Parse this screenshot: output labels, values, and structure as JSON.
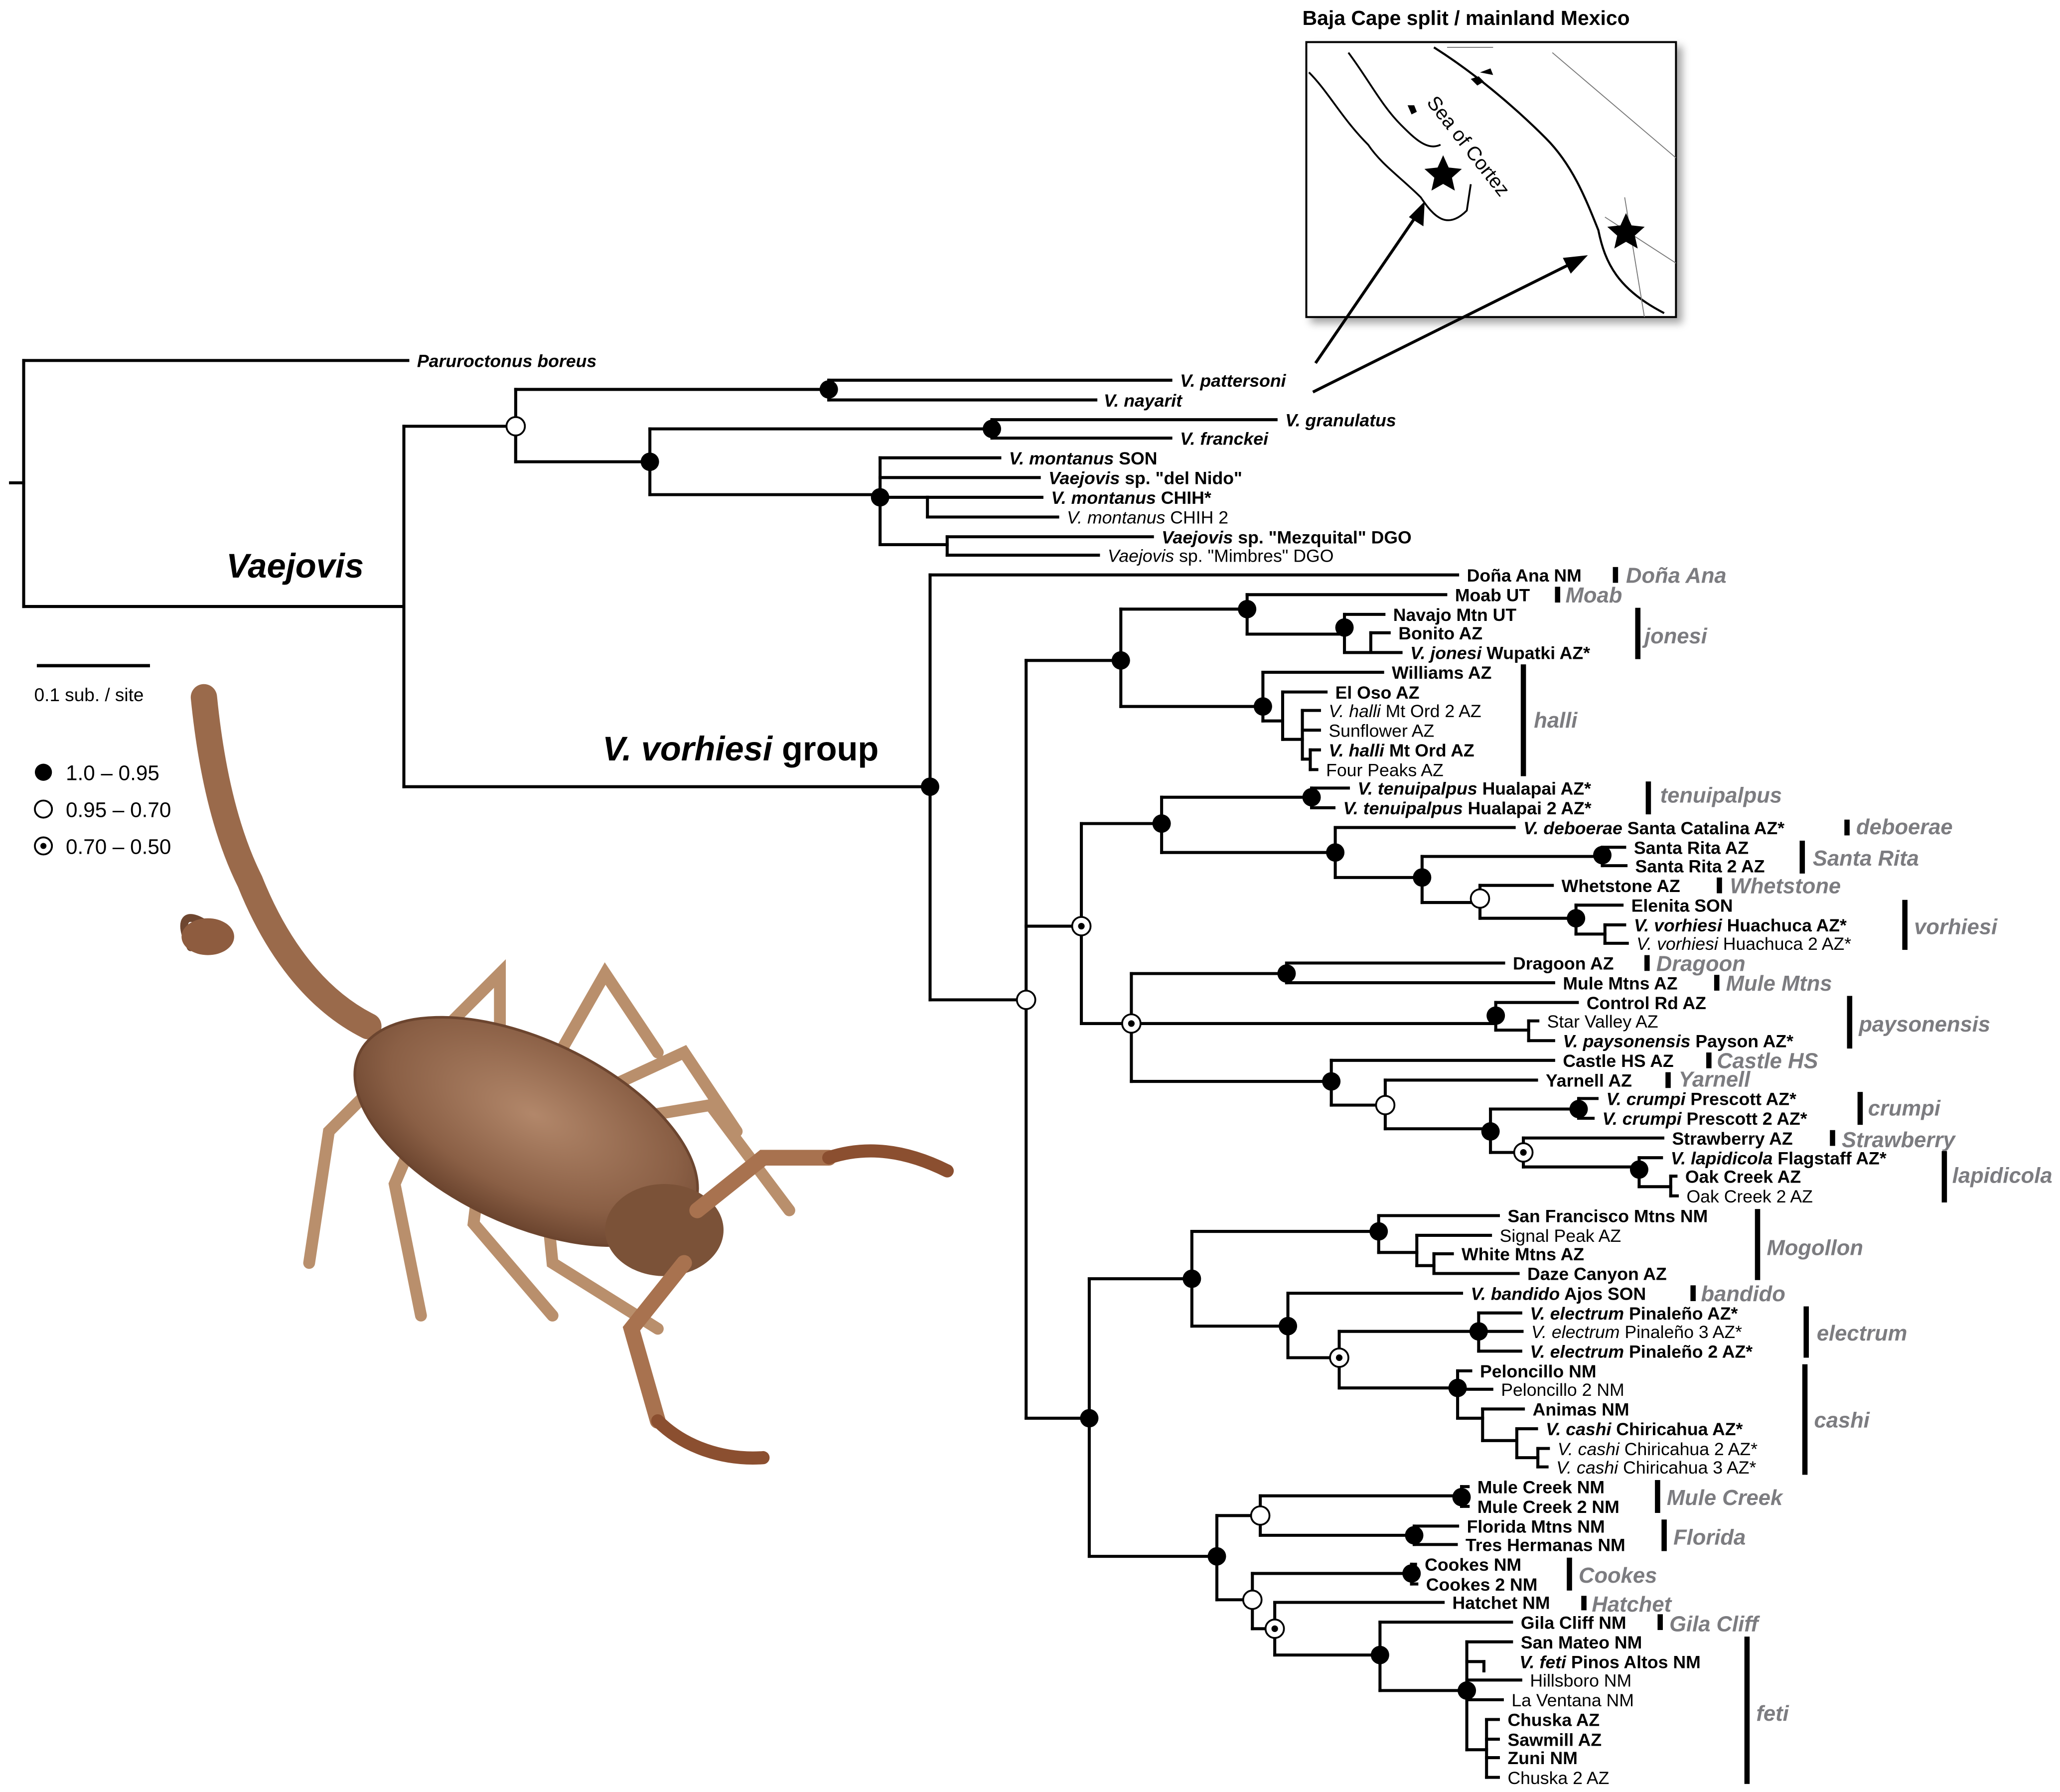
{
  "figure": {
    "genus_label": "Vaejovis",
    "group_label_italic": "V. vorhiesi",
    "group_label_rest": " group",
    "scale_label": "0.1 sub. / site",
    "legend": [
      {
        "kind": "filled",
        "label": "1.0 – 0.95"
      },
      {
        "kind": "open",
        "label": "0.95 – 0.70"
      },
      {
        "kind": "dotted",
        "label": "0.70 – 0.50"
      }
    ],
    "map": {
      "title": "Baja Cape split / mainland Mexico",
      "sea_label": "Sea of Cortez"
    },
    "photo_description": "scorpion-photo"
  },
  "tips": [
    {
      "segs": [
        [
          "Paruroctonus boreus",
          "bi"
        ]
      ]
    },
    {
      "segs": [
        [
          "V. pattersoni",
          "bi"
        ]
      ]
    },
    {
      "segs": [
        [
          "V. nayarit",
          "bi"
        ]
      ]
    },
    {
      "segs": [
        [
          "V. granulatus",
          "bi"
        ]
      ]
    },
    {
      "segs": [
        [
          "V. franckei",
          "bi"
        ]
      ]
    },
    {
      "segs": [
        [
          "V. montanus",
          "bi"
        ],
        [
          " SON",
          "b"
        ]
      ]
    },
    {
      "segs": [
        [
          "Vaejovis",
          "bi"
        ],
        [
          " sp. \"del Nido\"",
          "b"
        ]
      ]
    },
    {
      "segs": [
        [
          "V. montanus",
          "bi"
        ],
        [
          " CHIH*",
          "b"
        ]
      ]
    },
    {
      "segs": [
        [
          "V. montanus",
          "i"
        ],
        [
          " CHIH 2",
          "n"
        ]
      ]
    },
    {
      "segs": [
        [
          "Vaejovis",
          "bi"
        ],
        [
          " sp. \"Mezquital\" DGO",
          "b"
        ]
      ]
    },
    {
      "segs": [
        [
          "Vaejovis",
          "i"
        ],
        [
          " sp. \"Mimbres\" DGO",
          "n"
        ]
      ]
    },
    {
      "segs": [
        [
          "Doña Ana NM",
          "b"
        ]
      ]
    },
    {
      "segs": [
        [
          "Moab UT",
          "b"
        ]
      ]
    },
    {
      "segs": [
        [
          "Navajo Mtn UT",
          "b"
        ]
      ]
    },
    {
      "segs": [
        [
          "Bonito AZ",
          "b"
        ]
      ]
    },
    {
      "segs": [
        [
          "V. jonesi",
          "bi"
        ],
        [
          " Wupatki AZ*",
          "b"
        ]
      ]
    },
    {
      "segs": [
        [
          "Williams AZ",
          "b"
        ]
      ]
    },
    {
      "segs": [
        [
          "El Oso AZ",
          "b"
        ]
      ]
    },
    {
      "segs": [
        [
          "V. halli",
          "i"
        ],
        [
          " Mt Ord 2 AZ",
          "n"
        ]
      ]
    },
    {
      "segs": [
        [
          "Sunflower AZ",
          "n"
        ]
      ]
    },
    {
      "segs": [
        [
          "V. halli",
          "bi"
        ],
        [
          " Mt Ord AZ",
          "b"
        ]
      ]
    },
    {
      "segs": [
        [
          "Four Peaks AZ",
          "n"
        ]
      ]
    },
    {
      "segs": [
        [
          "V. tenuipalpus",
          "bi"
        ],
        [
          " Hualapai AZ*",
          "b"
        ]
      ]
    },
    {
      "segs": [
        [
          "V. tenuipalpus",
          "bi"
        ],
        [
          " Hualapai 2 AZ*",
          "b"
        ]
      ]
    },
    {
      "segs": [
        [
          "V. deboerae",
          "bi"
        ],
        [
          " Santa Catalina AZ*",
          "b"
        ]
      ]
    },
    {
      "segs": [
        [
          "Santa Rita AZ",
          "b"
        ]
      ]
    },
    {
      "segs": [
        [
          "Santa Rita 2 AZ",
          "b"
        ]
      ]
    },
    {
      "segs": [
        [
          "Whetstone AZ",
          "b"
        ]
      ]
    },
    {
      "segs": [
        [
          "Elenita SON",
          "b"
        ]
      ]
    },
    {
      "segs": [
        [
          "V. vorhiesi",
          "bi"
        ],
        [
          " Huachuca AZ*",
          "b"
        ]
      ]
    },
    {
      "segs": [
        [
          "V. vorhiesi",
          "i"
        ],
        [
          " Huachuca 2 AZ*",
          "n"
        ]
      ]
    },
    {
      "segs": [
        [
          "Dragoon AZ",
          "b"
        ]
      ]
    },
    {
      "segs": [
        [
          "Mule Mtns AZ",
          "b"
        ]
      ]
    },
    {
      "segs": [
        [
          "Control Rd AZ",
          "b"
        ]
      ]
    },
    {
      "segs": [
        [
          "Star Valley AZ",
          "n"
        ]
      ]
    },
    {
      "segs": [
        [
          "V. paysonensis",
          "bi"
        ],
        [
          " Payson AZ*",
          "b"
        ]
      ]
    },
    {
      "segs": [
        [
          "Castle HS AZ",
          "b"
        ]
      ]
    },
    {
      "segs": [
        [
          "Yarnell AZ",
          "b"
        ]
      ]
    },
    {
      "segs": [
        [
          "V. crumpi",
          "bi"
        ],
        [
          " Prescott AZ*",
          "b"
        ]
      ]
    },
    {
      "segs": [
        [
          "V. crumpi",
          "bi"
        ],
        [
          " Prescott 2 AZ*",
          "b"
        ]
      ]
    },
    {
      "segs": [
        [
          "Strawberry AZ",
          "b"
        ]
      ]
    },
    {
      "segs": [
        [
          "V. lapidicola",
          "bi"
        ],
        [
          " Flagstaff AZ*",
          "b"
        ]
      ]
    },
    {
      "segs": [
        [
          "Oak Creek AZ",
          "b"
        ]
      ]
    },
    {
      "segs": [
        [
          "Oak Creek 2 AZ",
          "n"
        ]
      ]
    },
    {
      "segs": [
        [
          "San Francisco Mtns NM",
          "b"
        ]
      ]
    },
    {
      "segs": [
        [
          "Signal Peak AZ",
          "n"
        ]
      ]
    },
    {
      "segs": [
        [
          "White Mtns AZ",
          "b"
        ]
      ]
    },
    {
      "segs": [
        [
          "Daze Canyon AZ",
          "b"
        ]
      ]
    },
    {
      "segs": [
        [
          "V. bandido",
          "bi"
        ],
        [
          " Ajos SON",
          "b"
        ]
      ]
    },
    {
      "segs": [
        [
          "V. electrum",
          "bi"
        ],
        [
          " Pinaleño AZ*",
          "b"
        ]
      ]
    },
    {
      "segs": [
        [
          "V. electrum",
          "i"
        ],
        [
          " Pinaleño 3 AZ*",
          "n"
        ]
      ]
    },
    {
      "segs": [
        [
          "V. electrum",
          "bi"
        ],
        [
          " Pinaleño 2 AZ*",
          "b"
        ]
      ]
    },
    {
      "segs": [
        [
          "Peloncillo NM",
          "b"
        ]
      ]
    },
    {
      "segs": [
        [
          "Peloncillo 2 NM",
          "n"
        ]
      ]
    },
    {
      "segs": [
        [
          "Animas NM",
          "b"
        ]
      ]
    },
    {
      "segs": [
        [
          "V. cashi",
          "bi"
        ],
        [
          " Chiricahua AZ*",
          "b"
        ]
      ]
    },
    {
      "segs": [
        [
          "V. cashi",
          "i"
        ],
        [
          " Chiricahua 2 AZ*",
          "n"
        ]
      ]
    },
    {
      "segs": [
        [
          "V. cashi",
          "i"
        ],
        [
          " Chiricahua 3 AZ*",
          "n"
        ]
      ]
    },
    {
      "segs": [
        [
          "Mule Creek NM",
          "b"
        ]
      ]
    },
    {
      "segs": [
        [
          "Mule Creek 2 NM",
          "b"
        ]
      ]
    },
    {
      "segs": [
        [
          "Florida Mtns NM",
          "b"
        ]
      ]
    },
    {
      "segs": [
        [
          "Tres Hermanas NM",
          "b"
        ]
      ]
    },
    {
      "segs": [
        [
          "Cookes NM",
          "b"
        ]
      ]
    },
    {
      "segs": [
        [
          "Cookes 2 NM",
          "b"
        ]
      ]
    },
    {
      "segs": [
        [
          "Hatchet NM",
          "b"
        ]
      ]
    },
    {
      "segs": [
        [
          "Gila Cliff NM",
          "b"
        ]
      ]
    },
    {
      "segs": [
        [
          "San Mateo NM",
          "b"
        ]
      ]
    },
    {
      "segs": [
        [
          "V. feti",
          "bi"
        ],
        [
          " Pinos Altos NM",
          "b"
        ]
      ]
    },
    {
      "segs": [
        [
          "Hillsboro NM",
          "n"
        ]
      ]
    },
    {
      "segs": [
        [
          "La Ventana NM",
          "n"
        ]
      ]
    },
    {
      "segs": [
        [
          "Chuska AZ",
          "b"
        ]
      ]
    },
    {
      "segs": [
        [
          "Sawmill AZ",
          "b"
        ]
      ]
    },
    {
      "segs": [
        [
          "Zuni NM",
          "b"
        ]
      ]
    },
    {
      "segs": [
        [
          "Chuska 2 AZ",
          "n"
        ]
      ]
    }
  ],
  "clades": [
    {
      "label": "Doña Ana"
    },
    {
      "label": "Moab"
    },
    {
      "label": "jonesi"
    },
    {
      "label": "halli"
    },
    {
      "label": "tenuipalpus"
    },
    {
      "label": "deboerae"
    },
    {
      "label": "Santa Rita"
    },
    {
      "label": "Whetstone"
    },
    {
      "label": "vorhiesi"
    },
    {
      "label": "Dragoon"
    },
    {
      "label": "Mule Mtns"
    },
    {
      "label": "paysonensis"
    },
    {
      "label": "Castle HS"
    },
    {
      "label": "Yarnell"
    },
    {
      "label": "crumpi"
    },
    {
      "label": "Strawberry"
    },
    {
      "label": "lapidicola"
    },
    {
      "label": "Mogollon"
    },
    {
      "label": "bandido"
    },
    {
      "label": "electrum"
    },
    {
      "label": "cashi"
    },
    {
      "label": "Mule Creek"
    },
    {
      "label": "Florida"
    },
    {
      "label": "Cookes"
    },
    {
      "label": "Hatchet"
    },
    {
      "label": "Gila Cliff"
    },
    {
      "label": "feti"
    }
  ]
}
